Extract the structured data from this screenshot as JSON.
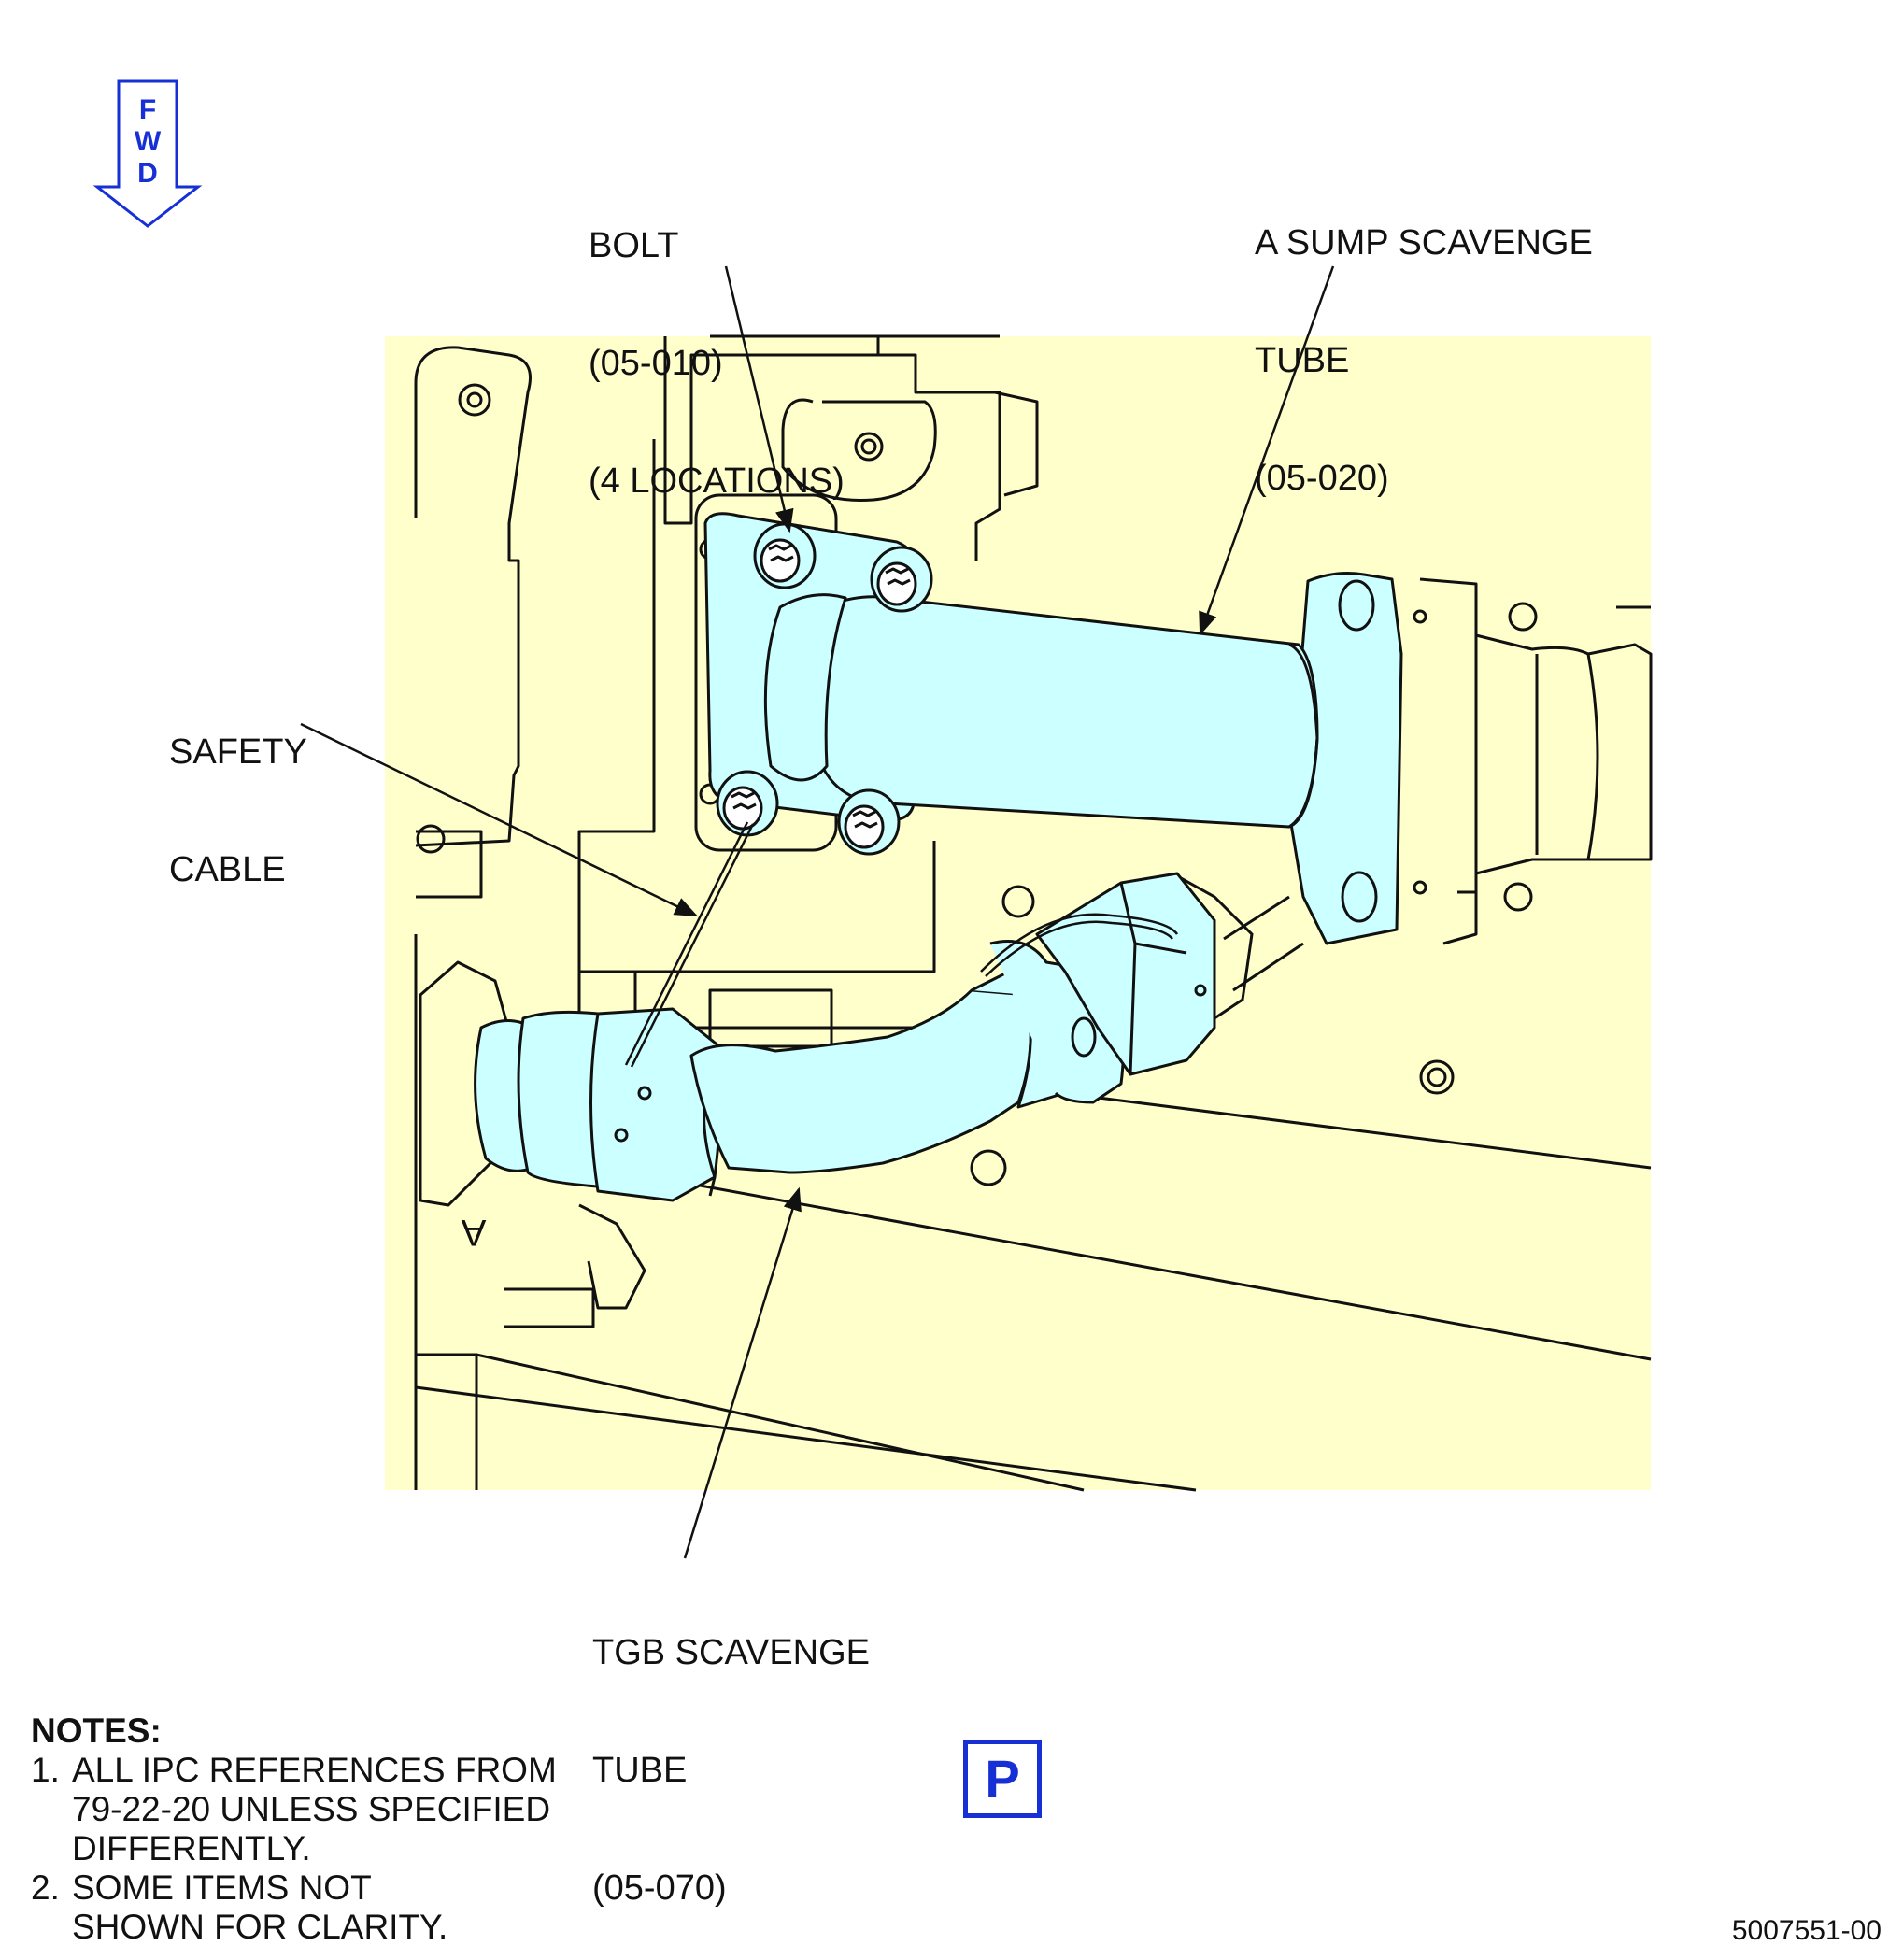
{
  "fwd_indicator": {
    "letters": [
      "F",
      "W",
      "D"
    ]
  },
  "callouts": {
    "bolt": {
      "lines": [
        "BOLT",
        "(05-010)",
        "(4 LOCATIONS)"
      ]
    },
    "a_sump": {
      "lines": [
        "A SUMP SCAVENGE",
        "TUBE",
        "(05-020)"
      ]
    },
    "safety_cable": {
      "lines": [
        "SAFETY",
        "CABLE"
      ]
    },
    "tgb": {
      "lines": [
        "TGB SCAVENGE",
        "TUBE",
        "(05-070)"
      ]
    }
  },
  "part_mark": "A",
  "notes": {
    "title": "NOTES:",
    "items": [
      {
        "num": "1.",
        "lines": [
          "ALL IPC REFERENCES FROM",
          "79-22-20 UNLESS SPECIFIED",
          "DIFFERENTLY."
        ]
      },
      {
        "num": "2.",
        "lines": [
          "SOME ITEMS NOT",
          "SHOWN FOR CLARITY."
        ]
      }
    ]
  },
  "p_badge": "P",
  "figure_id": "5007551-00",
  "colors": {
    "background_panel": "#ffffcc",
    "highlight": "#ccffff",
    "accent_blue": "#1730d6",
    "line": "#111111"
  }
}
